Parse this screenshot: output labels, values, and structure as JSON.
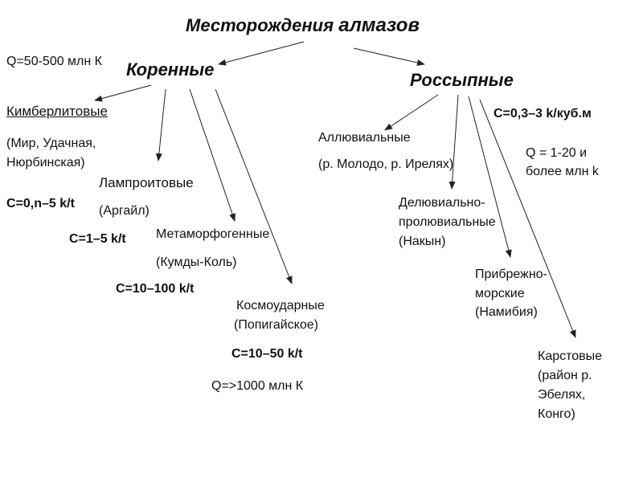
{
  "title": {
    "part1": "Месторождения ",
    "part2": "алмазов"
  },
  "q_root": "Q=50-500 млн К",
  "branches": {
    "primary": "Коренные",
    "placer": "Россыпные"
  },
  "primary_items": {
    "kimberlite": {
      "name": "Кимберлитовые",
      "examples_l1": "(Мир, Удачная,",
      "examples_l2": "Нюрбинская)",
      "grade": "С=0,n–5 k/t"
    },
    "lamproite": {
      "name": "Лампроитовые",
      "examples": "(Аргайл)",
      "grade": "С=1–5 k/t"
    },
    "metamorphogenic": {
      "name": "Метаморфогенные",
      "examples": "(Кумды-Коль)",
      "grade": "С=10–100 k/t"
    },
    "impact": {
      "name": "Космоударные",
      "examples": "(Попигайское)",
      "grade": "С=10–50 k/t",
      "reserves": "Q=>1000 млн К"
    }
  },
  "placer_grade": "С=0,3–3 k/куб.м",
  "placer_reserves_l1": "Q = 1-20  и",
  "placer_reserves_l2": "более млн k",
  "placer_items": {
    "alluvial": {
      "name": "Аллювиальные",
      "examples": "(р. Молодо, р. Ирелях)"
    },
    "deluvial": {
      "l1": "Делювиально-",
      "l2": "пролювиальные",
      "l3": "(Накын)"
    },
    "coastal": {
      "l1": "Прибрежно-",
      "l2": "морские",
      "l3": "(Намибия)"
    },
    "karst": {
      "l1": "Карстовые",
      "l2": "(район р.",
      "l3": "Эбелях,",
      "l4": "Конго)"
    }
  }
}
